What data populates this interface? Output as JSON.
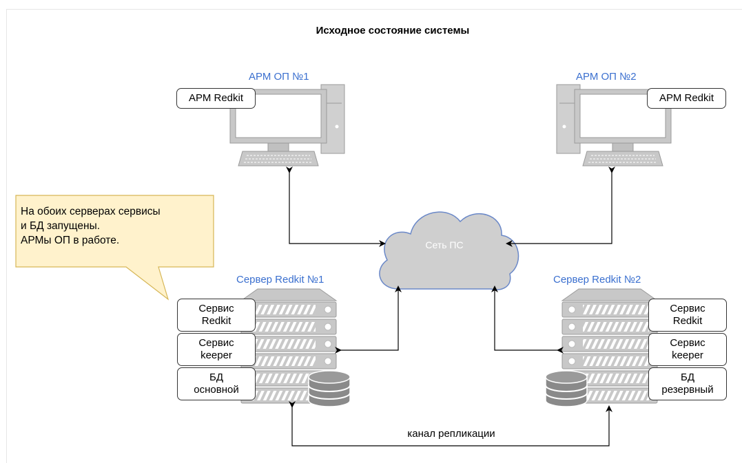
{
  "title": "Исходное состояние системы",
  "workstations": [
    {
      "name": "АРМ ОП №1",
      "app_label": "АРМ Redkit"
    },
    {
      "name": "АРМ ОП №2",
      "app_label": "АРМ Redkit"
    }
  ],
  "network": {
    "label": "Сеть ПС"
  },
  "servers": [
    {
      "name": "Сервер Redkit №1",
      "modules": [
        {
          "line1": "Сервис",
          "line2": "Redkit"
        },
        {
          "line1": "Сервис",
          "line2": "keeper"
        },
        {
          "line1": "БД",
          "line2": "основной"
        }
      ]
    },
    {
      "name": "Сервер Redkit №2",
      "modules": [
        {
          "line1": "Сервис",
          "line2": "Redkit"
        },
        {
          "line1": "Сервис",
          "line2": "keeper"
        },
        {
          "line1": "БД",
          "line2": "резервный"
        }
      ]
    }
  ],
  "note": {
    "lines": [
      "На обоих серверах сервисы",
      "и БД запущены.",
      "АРМы ОП в работе."
    ]
  },
  "replication": {
    "label": "канал репликации"
  },
  "colors": {
    "accent_blue": "#3a6fcf",
    "device_gray": "#c8c8c8",
    "device_stroke": "#9a9a9a",
    "screen_blue": "#d8e6f8",
    "note_fill": "#fff2cc",
    "note_stroke": "#d6b656",
    "cloud_fill": "#cfcfcf"
  }
}
